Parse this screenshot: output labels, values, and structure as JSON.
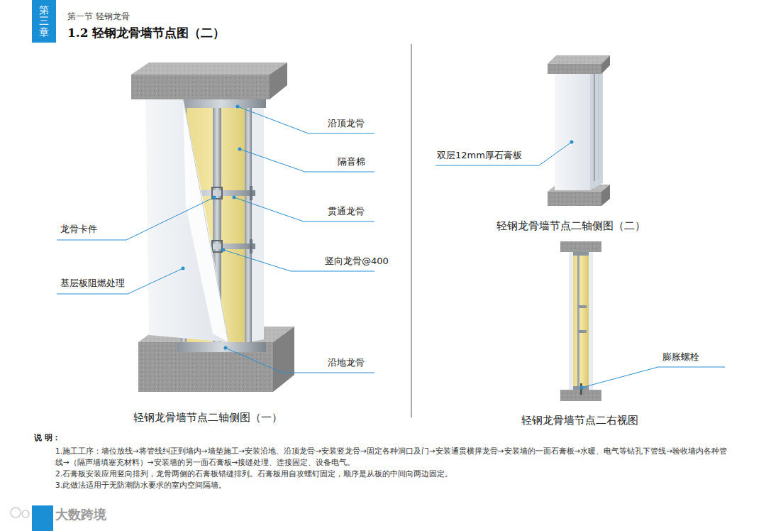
{
  "diagram": {
    "title": "1.2 轻钢龙骨墙节点图（二）",
    "nodes": [
      {
        "text": [
          "第三章"
        ]
      }
    ],
    "labels": [
      "第一节 轻钢龙骨",
      "沿顶龙骨",
      "隔音棉",
      "贯通龙骨",
      "龙骨卡件",
      "竖向龙骨@400",
      "基层板阻燃处理",
      "沿地龙骨",
      "轻钢龙骨墙节点二轴侧图（一）",
      "双层12mm厚石膏板",
      "轻钢龙骨墙节点二轴侧图（二）",
      "膨胀螺栓",
      "轻钢龙骨墙节点二右视图",
      "说 明：",
      "1.施工工序：墙位放线→将管线纠正到墙内→墙垫施工→安装沿地、沿顶龙骨→安装竖龙骨→固定各种洞口及门→安装通贯横撑龙骨→安装墙的一面石膏板→水暖、电气等钻孔下管线→验收墙内各种管线→（隔声墙填塞充材料）→安装墙的另一面石膏板→接缝处理、连接固定、设备电气。",
      "2.石膏板安装应用竖向排列，龙骨两侧的石膏板错缝排列。石膏板用自攻螺钉固定，顺序是从板的中间向两边固定。",
      "3.此做法适用于无防潮防水要求的室内空间隔墙。",
      "大数跨境"
    ]
  }
}
